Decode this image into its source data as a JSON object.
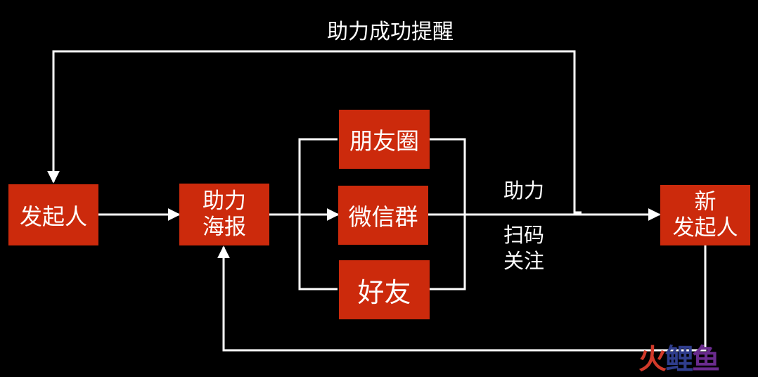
{
  "colors": {
    "background": "#000000",
    "node": "#cc2a0c",
    "line": "#ffffff",
    "text": "#ffffff"
  },
  "nodes": {
    "initiator": "发起人",
    "poster_line1": "助力",
    "poster_line2": "海报",
    "moments": "朋友圈",
    "wechat_group": "微信群",
    "friends": "好友",
    "new_initiator_line1": "新",
    "new_initiator_line2": "发起人"
  },
  "labels": {
    "success_reminder": "助力成功提醒",
    "assist": "助力",
    "scan_line1": "扫码",
    "scan_line2": "关注"
  },
  "watermark": {
    "chars": [
      "火",
      "鲤",
      "鱼"
    ]
  }
}
